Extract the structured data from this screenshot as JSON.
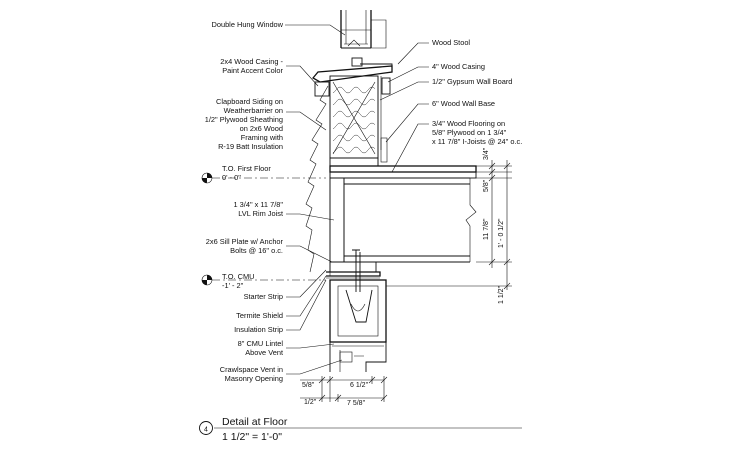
{
  "detail": {
    "number": "4",
    "title": "Detail at Floor",
    "scale": "1 1/2\" = 1'-0\""
  },
  "callouts_left": [
    "Double Hung Window",
    "2x4 Wood Casing -",
    "Paint Accent Color",
    "Clapboard Siding on",
    "Weatherbarrier on",
    "1/2\" Plywood Sheathing",
    "on 2x6 Wood",
    "Framing with",
    "R-19 Batt Insulation",
    "1 3/4\" x 11 7/8\"",
    "LVL Rim Joist",
    "2x6 Sill Plate w/ Anchor",
    "Bolts @ 16\" o.c.",
    "Starter Strip",
    "Termite Shield",
    "Insulation Strip",
    "8\" CMU Lintel",
    "Above Vent",
    "Crawlspace Vent in",
    "Masonry Opening"
  ],
  "elevation_markers": [
    {
      "name": "T.O. First Floor",
      "value": "0' - 0\""
    },
    {
      "name": "T.O. CMU",
      "value": "-1' - 2\""
    }
  ],
  "callouts_right": [
    "Wood Stool",
    "4\" Wood Casing",
    "1/2\" Gypsum Wall Board",
    "6\" Wood Wall Base",
    "3/4\" Wood Flooring on",
    "5/8\" Plywood on 1 3/4\"",
    "x 11 7/8\" I-Joists @ 24\" o.c."
  ],
  "dimensions": {
    "flooring": "3/4\"",
    "plywood": "5/8\"",
    "joist": "11 7/8\"",
    "total": "1' - 0 1/2\"",
    "cmu_offset": "1 1/2\"",
    "sheathing": "5/8\"",
    "half_inch": "1/2\"",
    "wall_width": "6 1/2\"",
    "overall_width": "7 5/8\""
  }
}
